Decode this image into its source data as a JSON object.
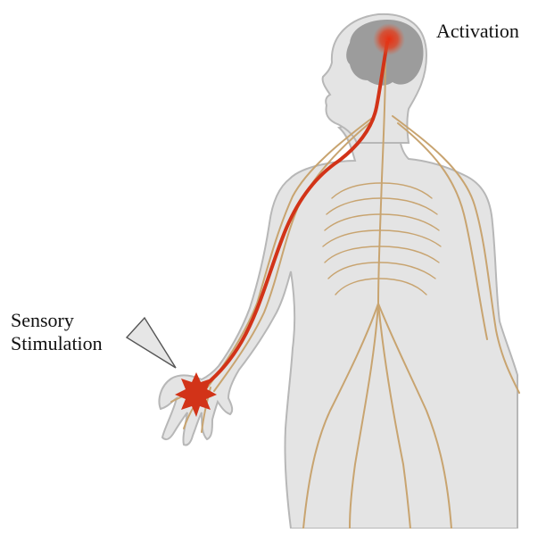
{
  "labels": {
    "activation": "Activation",
    "sensory_line1": "Sensory",
    "sensory_line2": "Stimulation"
  },
  "colors": {
    "body_fill": "#e4e4e4",
    "body_outline": "#b7b7b7",
    "brain": "#9c9c9c",
    "nerve": "#c8a470",
    "signal": "#d23318",
    "callout_fill": "#e6e6e6"
  },
  "figure": {
    "signal_path": "nerve signal from stimulated hand to brain",
    "icons": [
      "stimulus-star-icon",
      "activation-glow-icon",
      "callout-pointer-icon"
    ]
  }
}
